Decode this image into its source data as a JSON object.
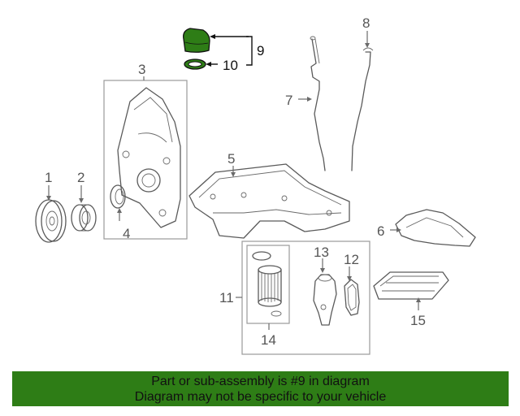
{
  "callouts": {
    "c1": "1",
    "c2": "2",
    "c3": "3",
    "c4": "4",
    "c5": "5",
    "c6": "6",
    "c7": "7",
    "c8": "8",
    "c9": "9",
    "c10": "10",
    "c11": "11",
    "c12": "12",
    "c13": "13",
    "c14": "14",
    "c15": "15"
  },
  "highlight": {
    "part_number": "9",
    "color": "#2e7d16"
  },
  "footer": {
    "line1": "Part or sub-assembly is #9 in diagram",
    "line2": "Diagram may not be specific to your vehicle",
    "background": "#2e7d16"
  }
}
